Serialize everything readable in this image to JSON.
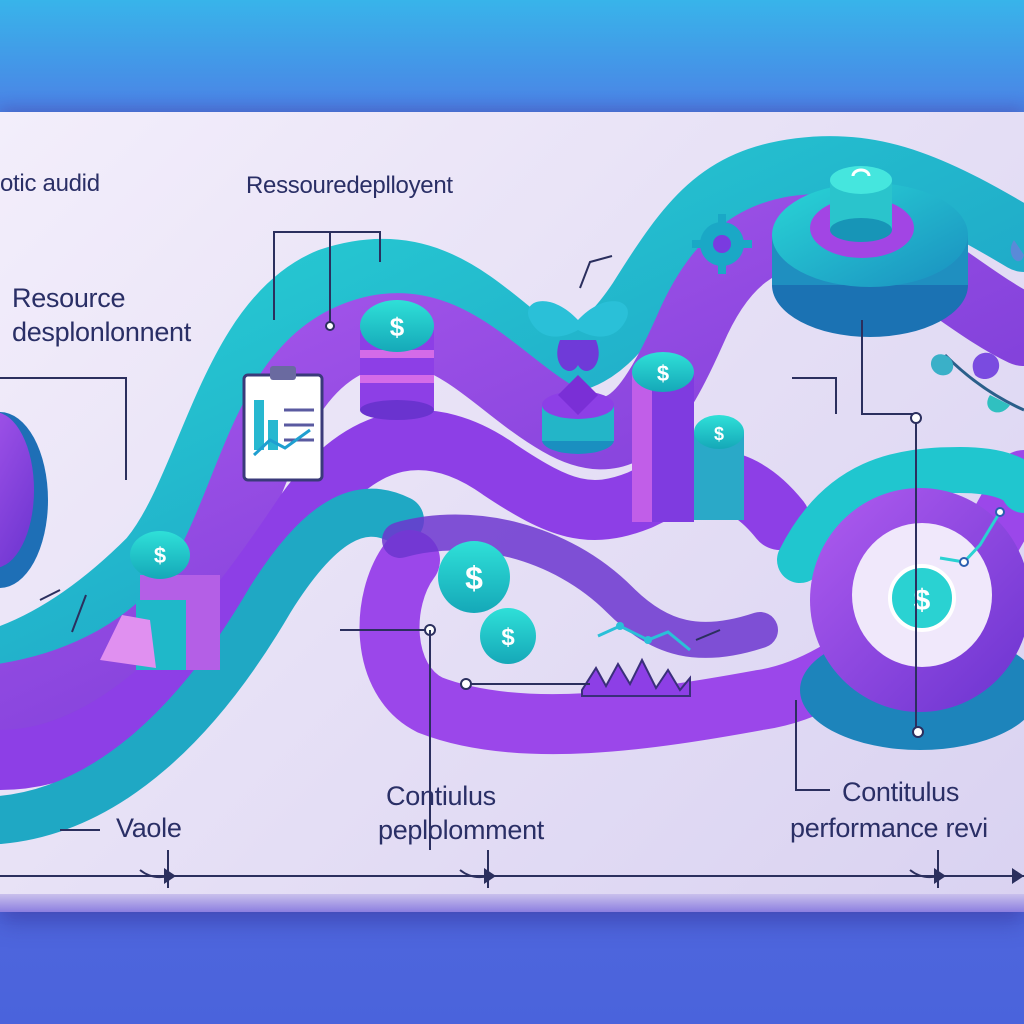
{
  "labels": {
    "top_left": "otic audid",
    "top_center": "Ressouredeplloyent",
    "left_line1": "Resource",
    "left_line2": "desplonlonnent",
    "bottom_left": "Vaole",
    "bottom_center_line1": "Contiulus",
    "bottom_center_line2": "peplolomment",
    "bottom_right_line1": "Contitulus",
    "bottom_right_line2": "performance revi"
  },
  "icons": {
    "currency_symbol": "$",
    "items": [
      "clipboard-chart-icon",
      "coin-stack-icon",
      "butterfly-icon",
      "gear-icon",
      "leaf-icon",
      "line-chart-icon",
      "dollar-coin-icon"
    ]
  },
  "colors": {
    "purple": "#8a3fe0",
    "violet": "#6a3ad0",
    "teal": "#1fb8c9",
    "cyan": "#22d6d8",
    "ink": "#2a2f66",
    "board": "#ece6f8"
  }
}
